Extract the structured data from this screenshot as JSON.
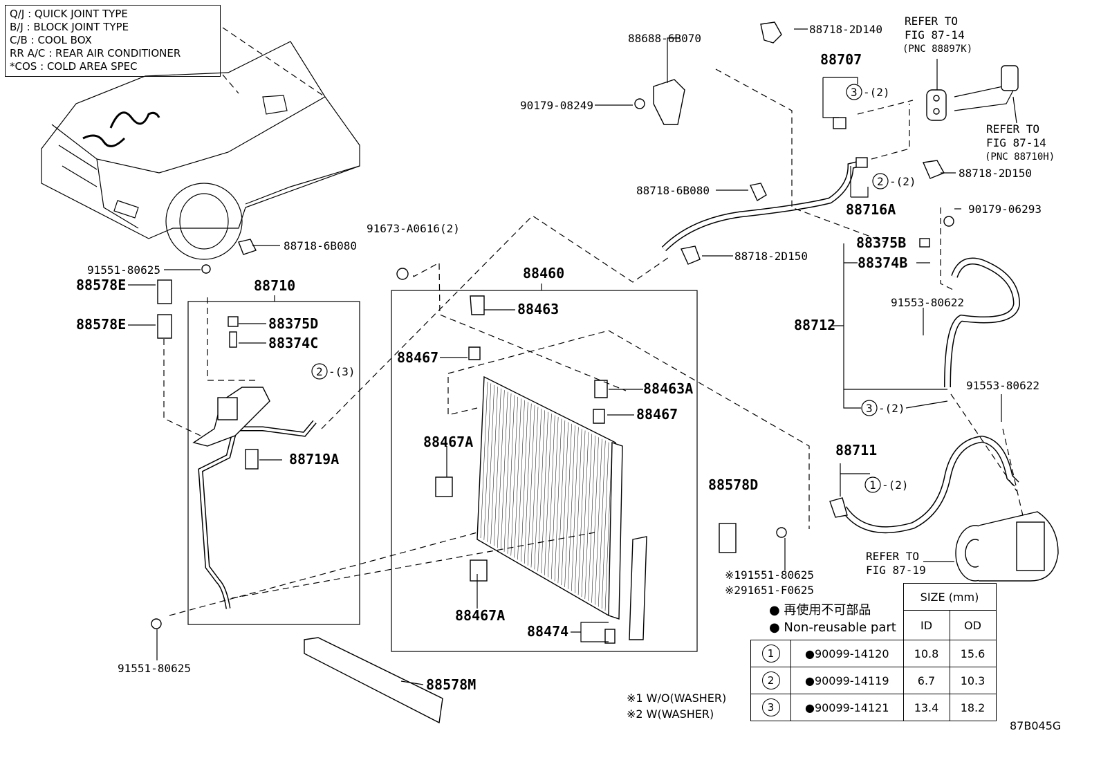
{
  "legend": [
    {
      "code": "Q/J",
      "sep": ":",
      "text": "QUICK JOINT TYPE"
    },
    {
      "code": "B/J",
      "sep": ":",
      "text": "BLOCK JOINT TYPE"
    },
    {
      "code": "C/B",
      "sep": ":",
      "text": "COOL BOX"
    },
    {
      "code": "RR A/C",
      "sep": ":",
      "text": "REAR AIR CONDITIONER"
    },
    {
      "code": "*COS",
      "sep": ":",
      "text": "COLD AREA SPEC"
    }
  ],
  "labels": {
    "p88688": "88688-6B070",
    "p88718_2d140": "88718-2D140",
    "refer1_a": "REFER TO",
    "refer1_b": "FIG 87-14",
    "refer1_c": "(PNC 88897K)",
    "p88707": "88707",
    "p90179_08249": "90179-08249",
    "refer2_a": "REFER TO",
    "refer2_b": "FIG 87-14",
    "refer2_c": "(PNC 88710H)",
    "p88718_2d150a": "88718-2D150",
    "p88718_6b080a": "88718-6B080",
    "p88716A": "88716A",
    "p90179_06293": "90179-06293",
    "p88375B": "88375B",
    "p88374B": "88374B",
    "p91553_a": "91553-80622",
    "p88712": "88712",
    "p91553_b": "91553-80622",
    "p88718_6b080b": "88718-6B080",
    "p88718_2d150b": "88718-2D150",
    "p91673": "91673-A0616(2)",
    "p91551_a": "91551-80625",
    "p88578E_a": "88578E",
    "p88578E_b": "88578E",
    "p88710": "88710",
    "p88375D": "88375D",
    "p88374C": "88374C",
    "p88719A": "88719A",
    "p88460": "88460",
    "p88463": "88463",
    "p88467_a": "88467",
    "p88463A": "88463A",
    "p88467_b": "88467",
    "p88467A_a": "88467A",
    "p88467A_b": "88467A",
    "p88474": "88474",
    "p88578D": "88578D",
    "p88711": "88711",
    "refer3_a": "REFER TO",
    "refer3_b": "FIG 87-19",
    "note1": "※191551-80625",
    "note2": "※291651-F0625",
    "p91551_b": "91551-80625",
    "p88578M": "88578M",
    "wo": "※1 W/O(WASHER)",
    "w": "※2 W(WASHER)",
    "fig": "87B045G",
    "c3_2": "3",
    "c3_2q": "-(2)",
    "c2_2": "2",
    "c2_2q": "-(2)",
    "c2_3": "2",
    "c2_3q": "-(3)",
    "c3_2b": "3",
    "c3_2bq": "-(2)",
    "c1_2": "1",
    "c1_2q": "-(2)"
  },
  "notes": {
    "jp": "● 再使用不可部品",
    "en": "● Non-reusable part"
  },
  "size_table": {
    "header": "SIZE (mm)",
    "col_id": "ID",
    "col_od": "OD",
    "rows": [
      {
        "ref": "1",
        "part": "●90099-14120",
        "id": "10.8",
        "od": "15.6"
      },
      {
        "ref": "2",
        "part": "●90099-14119",
        "id": "6.7",
        "od": "10.3"
      },
      {
        "ref": "3",
        "part": "●90099-14121",
        "id": "13.4",
        "od": "18.2"
      }
    ]
  }
}
